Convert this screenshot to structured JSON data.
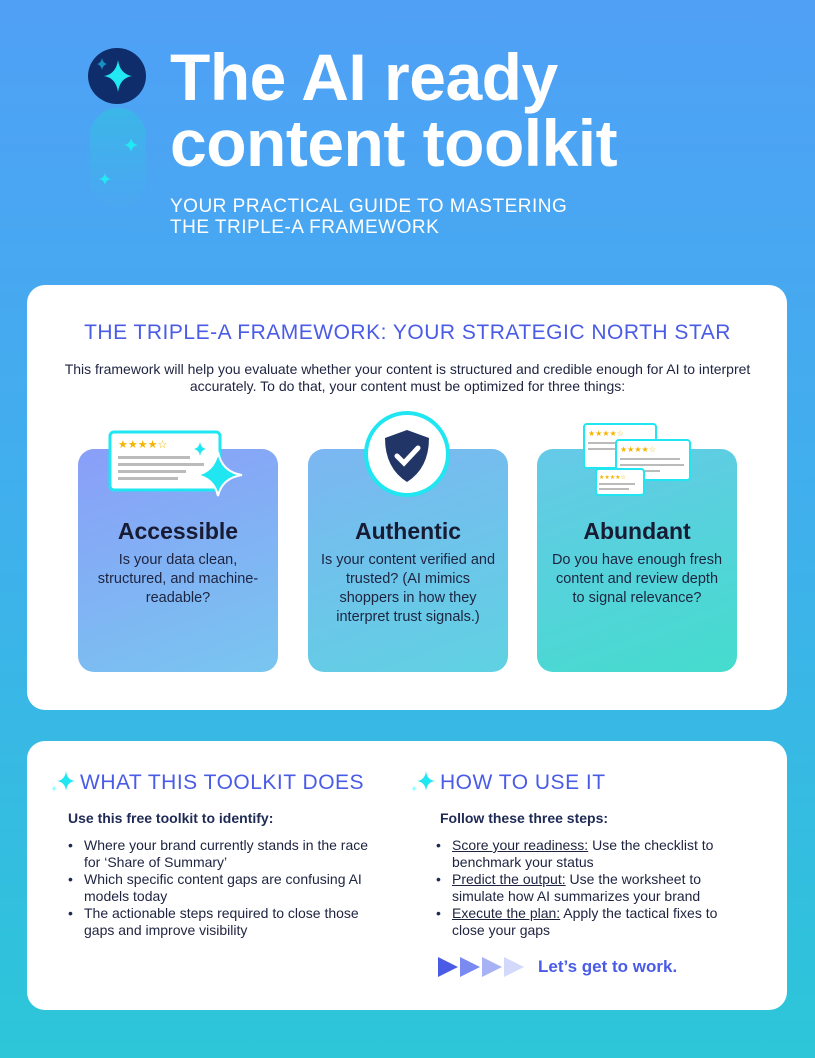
{
  "header": {
    "title_line1": "The AI ready",
    "title_line2": "content toolkit",
    "subtitle_line1": "YOUR PRACTICAL GUIDE TO MASTERING",
    "subtitle_line2": "THE TRIPLE-A FRAMEWORK",
    "logo_icon": "sparkle-icon"
  },
  "framework": {
    "heading": "THE TRIPLE-A FRAMEWORK: YOUR STRATEGIC NORTH STAR",
    "intro": "This framework will help you evaluate whether your content is structured and credible enough for AI to interpret accurately. To do that, your content must be optimized for three things:",
    "pillars": [
      {
        "title": "Accessible",
        "text": "Is your data clean, structured, and machine-readable?",
        "icon": "review-card-icon"
      },
      {
        "title": "Authentic",
        "text": "Is your content verified and trusted? (AI mimics shoppers in how they interpret trust signals.)",
        "icon": "shield-check-icon"
      },
      {
        "title": "Abundant",
        "text": "Do you have enough fresh content and review depth to signal relevance?",
        "icon": "stacked-reviews-icon"
      }
    ]
  },
  "what": {
    "heading": "WHAT THIS TOOLKIT DOES",
    "lead": "Use this free toolkit to identify:",
    "items": [
      "Where your brand currently stands in the race for ‘Share of Summary’",
      "Which specific content gaps are confusing AI models today",
      "The actionable steps required to close those gaps and improve visibility"
    ]
  },
  "how": {
    "heading": "HOW TO USE IT",
    "lead": "Follow these three steps:",
    "steps": [
      {
        "label": "Score your readiness:",
        "text": " Use the checklist to benchmark your status"
      },
      {
        "label": "Predict the output:",
        "text": " Use the worksheet to simulate how AI summarizes your brand"
      },
      {
        "label": "Execute the plan:",
        "text": " Apply the tactical fixes to close your gaps"
      }
    ]
  },
  "cta": {
    "label": "Let’s get to work."
  },
  "colors": {
    "accent": "#4a5be6",
    "cyan": "#1fe6f0",
    "navy": "#0f2d6b"
  }
}
